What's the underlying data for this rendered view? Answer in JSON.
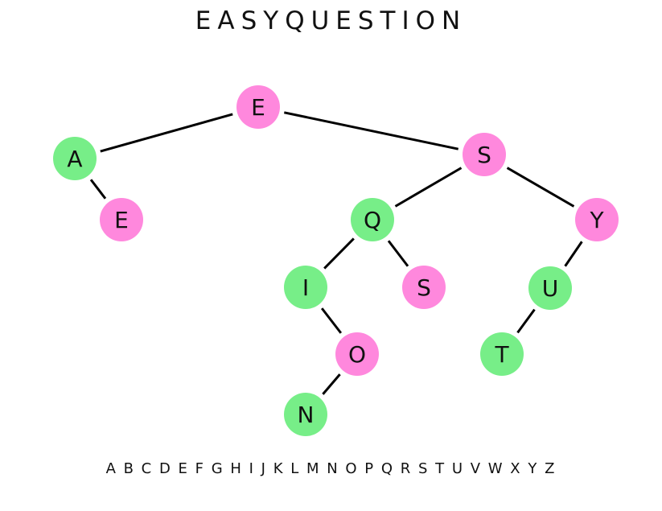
{
  "title": "EASYQUESTION",
  "alphabet": "A B C D E F G H I J K L M N O P Q R S T U V W X Y Z",
  "colors": {
    "red": "#ff88dd",
    "black": "#77ee88",
    "edge": "#000000"
  },
  "tree": {
    "nodes": [
      {
        "id": "n-e-root",
        "label": "E",
        "color": "red"
      },
      {
        "id": "n-a",
        "label": "A",
        "color": "black"
      },
      {
        "id": "n-e-2",
        "label": "E",
        "color": "red"
      },
      {
        "id": "n-s-1",
        "label": "S",
        "color": "red"
      },
      {
        "id": "n-q",
        "label": "Q",
        "color": "black"
      },
      {
        "id": "n-y",
        "label": "Y",
        "color": "red"
      },
      {
        "id": "n-i",
        "label": "I",
        "color": "black"
      },
      {
        "id": "n-s-2",
        "label": "S",
        "color": "red"
      },
      {
        "id": "n-u",
        "label": "U",
        "color": "black"
      },
      {
        "id": "n-o",
        "label": "O",
        "color": "red"
      },
      {
        "id": "n-t",
        "label": "T",
        "color": "black"
      },
      {
        "id": "n-n",
        "label": "N",
        "color": "black"
      }
    ],
    "edges": [
      [
        "n-e-root",
        "n-a"
      ],
      [
        "n-e-root",
        "n-s-1"
      ],
      [
        "n-a",
        "n-e-2"
      ],
      [
        "n-s-1",
        "n-q"
      ],
      [
        "n-s-1",
        "n-y"
      ],
      [
        "n-q",
        "n-i"
      ],
      [
        "n-q",
        "n-s-2"
      ],
      [
        "n-i",
        "n-o"
      ],
      [
        "n-o",
        "n-n"
      ],
      [
        "n-y",
        "n-u"
      ],
      [
        "n-u",
        "n-t"
      ]
    ]
  }
}
